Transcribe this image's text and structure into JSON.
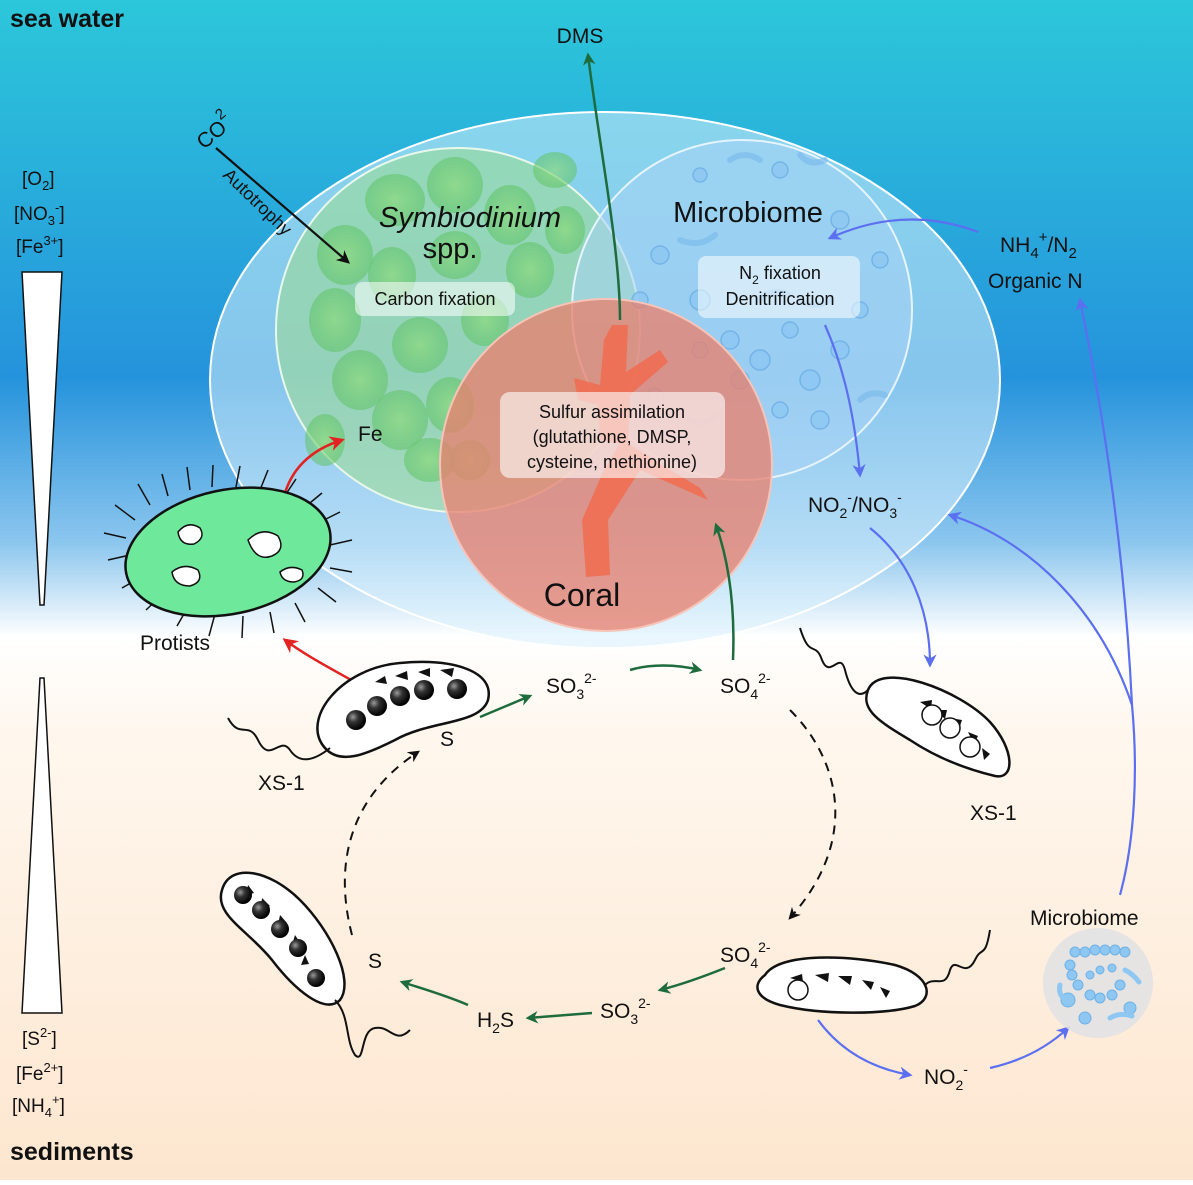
{
  "zones": {
    "top": "sea water",
    "bottom": "sediments"
  },
  "gradient": {
    "top": [
      {
        "base": "[O",
        "sub": "2",
        "sup": "",
        "tail": "]"
      },
      {
        "base": "[NO",
        "sub": "3",
        "sup": "-",
        "tail": "]"
      },
      {
        "base": "[Fe",
        "sub": "",
        "sup": "3+",
        "tail": "]"
      }
    ],
    "bottom": [
      {
        "base": "[S",
        "sub": "",
        "sup": "2-",
        "tail": "]"
      },
      {
        "base": "[Fe",
        "sub": "",
        "sup": "2+",
        "tail": "]"
      },
      {
        "base": "[NH",
        "sub": "4",
        "sup": "+",
        "tail": "]"
      }
    ]
  },
  "holobiont": {
    "symbiodinium": {
      "title_italic": "Symbiodinium",
      "title_rest": "spp.",
      "process": "Carbon fixation"
    },
    "microbiome": {
      "title": "Microbiome",
      "process_line1_pre": "N",
      "process_line1_sub": "2",
      "process_line1_post": " fixation",
      "process_line2": "Denitrification"
    },
    "coral": {
      "title": "Coral",
      "process_lines": [
        "Sulfur assimilation",
        "(glutathione, DMSP,",
        "cysteine, methionine)"
      ]
    }
  },
  "labels": {
    "dms": "DMS",
    "co2_base": "CO",
    "co2_sub": "2",
    "autotrophy": "Autotrophy",
    "fe": "Fe",
    "protists": "Protists",
    "nh4_n2": {
      "a": "NH",
      "a_sub": "4",
      "a_sup": "+",
      "b": "/N",
      "b_sub": "2"
    },
    "organic_n": "Organic N",
    "no2_no3": {
      "a": "NO",
      "a_sub": "2",
      "a_sup": "-",
      "b": "/NO",
      "b_sub": "3",
      "b_sup": "-"
    },
    "xs1_left": "XS-1",
    "xs1_right": "XS-1",
    "s_top": "S",
    "so3_top": {
      "base": "SO",
      "sub": "3",
      "sup": "2-"
    },
    "so4_top": {
      "base": "SO",
      "sub": "4",
      "sup": "2-"
    },
    "so4_bottom": {
      "base": "SO",
      "sub": "4",
      "sup": "2-"
    },
    "so3_bottom": {
      "base": "SO",
      "sub": "3",
      "sup": "2-"
    },
    "h2s": {
      "base": "H",
      "sub": "2",
      "post": "S"
    },
    "s_bottom": "S",
    "no2_bottom": {
      "base": "NO",
      "sub": "2",
      "sup": "-"
    },
    "microbiome_bottom": "Microbiome"
  },
  "colors": {
    "green_arrow": "#1e6b3c",
    "blue_arrow": "#5b6ff0",
    "red_arrow": "#e32222",
    "protist_fill": "#6ee89a",
    "coral_fill": "#e8826f",
    "sea_top": "#2cc7da",
    "sediment": "#fdeedb"
  }
}
